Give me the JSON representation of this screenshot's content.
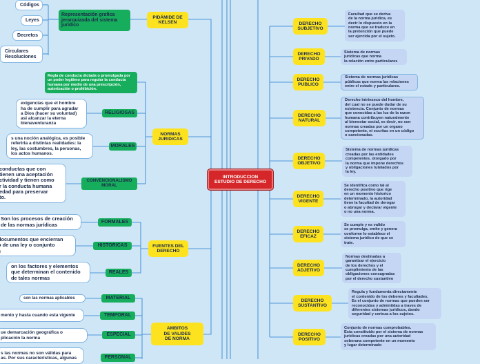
{
  "center": {
    "label": "INTRODUCCION\nESTUDIO DE DERECHO"
  },
  "left": {
    "piramide": {
      "label": "PIDÁMIDE DE\nKELSEN",
      "def": "Representación grafica\njerarquizada del sistema\njuridico",
      "items": [
        "Códigos",
        "Leyes",
        "Decretos",
        "Circulares\nResoluciones"
      ]
    },
    "normas": {
      "label": "NORMAS\nJURIDICAS",
      "def": "Regla de conducta dictada o promulgada por un poder legítimo para regular la conducta humana por medio de una prescripción, autorización o prohibición.",
      "items": [
        {
          "label": "RELIGIOSAS",
          "desc": "exigencias que el hombre\nha de cumplir para agradar\na Dios (hacer su voluntad)\nasi alcanzar la eterna\nbienaventuranza"
        },
        {
          "label": "MORALES",
          "desc": "s una noción analógica, es posible\nreferirla a distintas realidades: la\nley, las costumbres, la personas,\nlos actos humanos."
        },
        {
          "label": "CONVENCIONALISMO\nMORAL",
          "desc": "conductas que con\ntienen una aceptación\nctividad y tienen como\nr la conducta humana\nedad para preservar\nto."
        }
      ]
    },
    "fuentes": {
      "label": "FUENTES DEL\nDERECHO",
      "items": [
        {
          "label": "FORMALES",
          "desc": "Son los procesos de creación\nde las normas jurídicas"
        },
        {
          "label": "HISTORICAS",
          "desc": "documentos que encierran\no de una ley o conjunto\ns"
        },
        {
          "label": "REALES",
          "desc": "on los factores y elementos\nque determinan el contenido\nde tales normas"
        }
      ]
    },
    "ambitos": {
      "label": "AMBITOS\nDE VALIDES\nDE NORMA",
      "items": [
        {
          "label": "MATERIAL",
          "desc": "son las normas aplicables"
        },
        {
          "label": "TEMPORAL",
          "desc": "mento y hasta cuando esta vigente"
        },
        {
          "label": "ESPECIAL",
          "desc": "ue demarcación geográfica o\nplicación la norma"
        },
        {
          "label": "PERSONAL",
          "desc": "s las normas no son válidas para\nas. Por sus características, algunas"
        }
      ]
    }
  },
  "right": [
    {
      "label": "DERECHO\nSUBJETIVO",
      "desc": "Facultad que se deriva\nde la norma juridica, es\ndecir lo dispuesto en la\nnorma que se traduce en\nla pretención que puede\nser ejercida por el sujeto."
    },
    {
      "label": "DERECHO\nPRIVADO",
      "desc": "Sistema de normas\njuridicas que norma\nla relación entre particulares"
    },
    {
      "label": "DERECHO\nPUBLICO",
      "desc": "Sistema de normas juridicas\npúblicas que norma las relaciones\nentre el estado y particulares."
    },
    {
      "label": "DERECHO\nNATURAL",
      "desc": "Derecho intrinseco del hombre,\ndel cual no se puede dudar de su\nexistencia. Conjunto de normas\nque conocidas a las luz de la razon\nhumana contribuyen naturalmente\nal bienestar social, es decir, no son\nnormas creadas por un organo\ncompetente, ni escritas en un código\no sancionadas."
    },
    {
      "label": "DERECHO\nOBJETIVO",
      "desc": "Sistema de normas juridicas\ncreadas por las entidades\ncompetentes. otorgado por\nla norma que impone derechos\ny obligaciones tutelados por\nla ley."
    },
    {
      "label": "DERECHO\nVIGENTE",
      "desc": "Se identifica como tal al\nderecho positivo que rige\nen un momento historico\ndeterminado, la autoridad\ntiene la facultad de derogar\no abrogar y declarar vigente\no no una norma."
    },
    {
      "label": "DERECHO\nEFICAZ",
      "desc": "Se cumple y es valido\nse promulga, emite y genera\nconforme lo establece el\nsistema juridico de que se\ntrate."
    },
    {
      "label": "DERECHO\nADJETIVO",
      "desc": "Normas destinadas a\ngarantizar el ejercicio\nde los derechos y el\ncumplimiento de las\nobligaciones consagradas\npor el derecho sustantivo"
    },
    {
      "label": "DERECHO\nSUSTANTIVO",
      "desc": "Regula y fundamenta directamente\nel contenido de los deberes y facultades.\nEs el conjunto de normas que pueden ser\nreconocidas y admintidas a traves de\ndiferentes sistemas jurídicos, dando\nseguridad y certeza a los sujetos."
    },
    {
      "label": "DERECHO\nPOSITIVO",
      "desc": "Conjunto de normas comprobables.\nEsta constituido por el sistema de normas\njuridicas creadas por una autoridad\nsoberana competente en un momento\ny lugar determinado"
    }
  ]
}
